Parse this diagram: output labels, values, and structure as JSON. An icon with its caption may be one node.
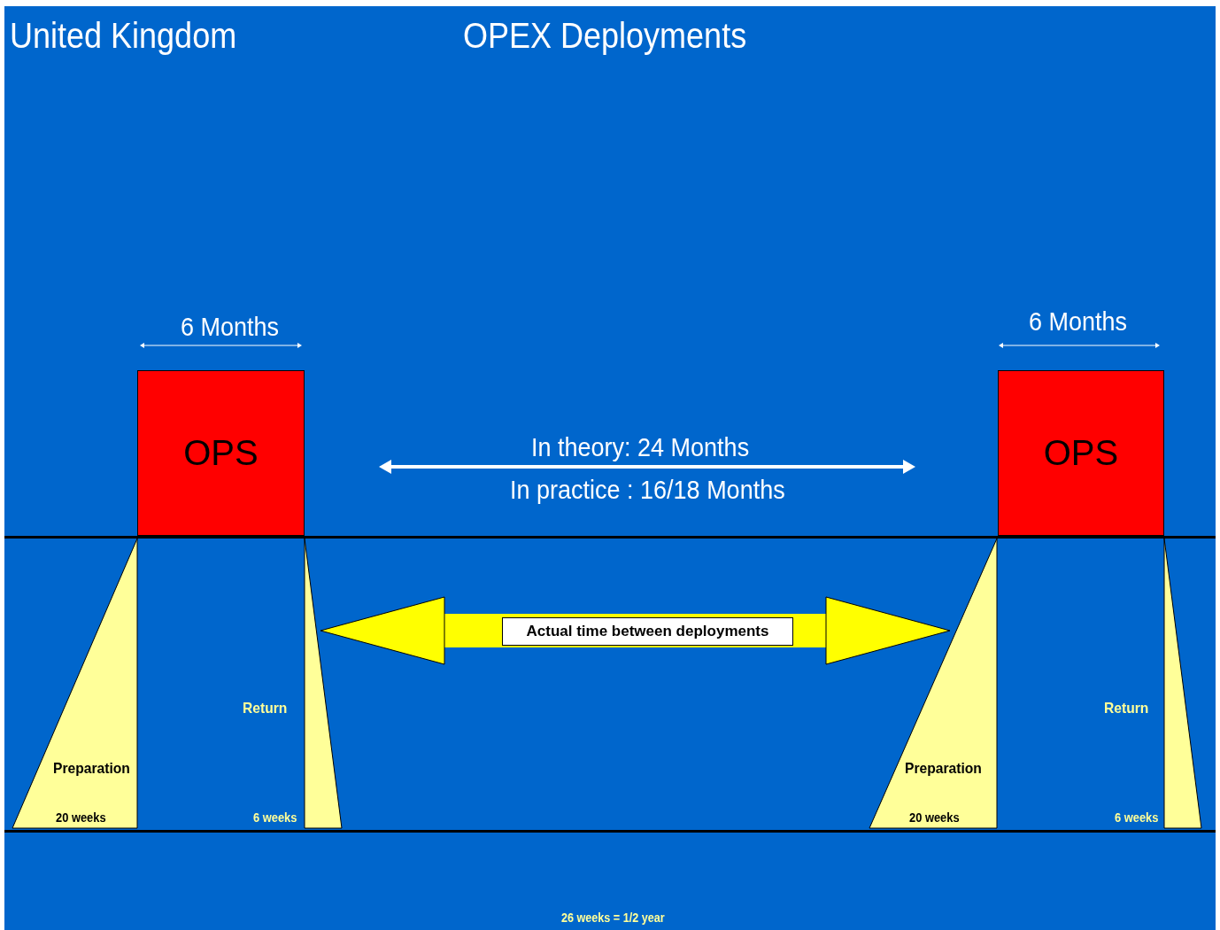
{
  "diagram": {
    "title": "OPEX Deployments",
    "nodes": [
      {
        "text": [
          "OPS"
        ]
      },
      {
        "text": [
          "OPS"
        ]
      },
      {
        "text": [
          "Preparation",
          "20 weeks"
        ]
      },
      {
        "text": [
          "Return",
          "6 weeks"
        ]
      },
      {
        "text": [
          "Preparation",
          "20 weeks"
        ]
      },
      {
        "text": [
          "Return",
          "6 weeks"
        ]
      }
    ],
    "edges": [
      {
        "from": 3,
        "to": 4,
        "arrow": "both",
        "label": "Actual time between deployments"
      }
    ],
    "labels": [
      "United Kingdom",
      "6 Months",
      "6 Months",
      "In theory: 24 Months",
      "In practice : 16/18 Months",
      "26 weeks = 1/2 year"
    ]
  }
}
